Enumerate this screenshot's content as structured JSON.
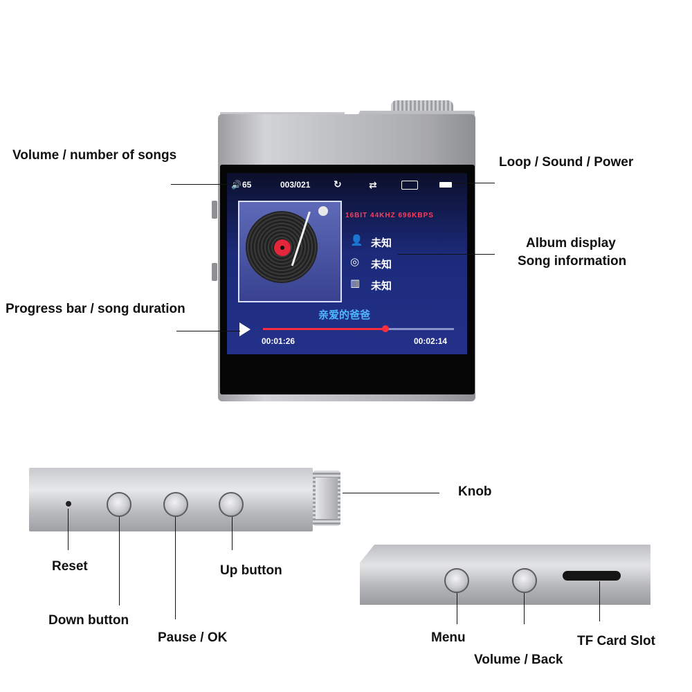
{
  "labels": {
    "volume_songs": "Volume / number of songs",
    "loop_sound_power": "Loop / Sound / Power",
    "album_display": "Album display",
    "song_information": "Song information",
    "progress_duration": "Progress bar / song duration",
    "knob": "Knob",
    "reset": "Reset",
    "up_button": "Up button",
    "down_button": "Down button",
    "pause_ok": "Pause / OK",
    "menu": "Menu",
    "volume_back": "Volume / Back",
    "tf_card_slot": "TF Card Slot"
  },
  "screen": {
    "volume": "65",
    "track_counter": "003/021",
    "audio_spec": "16BIT  44KHZ  696KBPS",
    "artist": "未知",
    "album": "未知",
    "genre": "未知",
    "song_title": "亲爱的爸爸",
    "elapsed": "00:01:26",
    "duration": "00:02:14",
    "progress_fraction": 0.64
  },
  "colors": {
    "screen_accent_red": "#ff2d3d",
    "song_title_blue": "#4fb6ff",
    "screen_bg": "#1c2a7a"
  }
}
